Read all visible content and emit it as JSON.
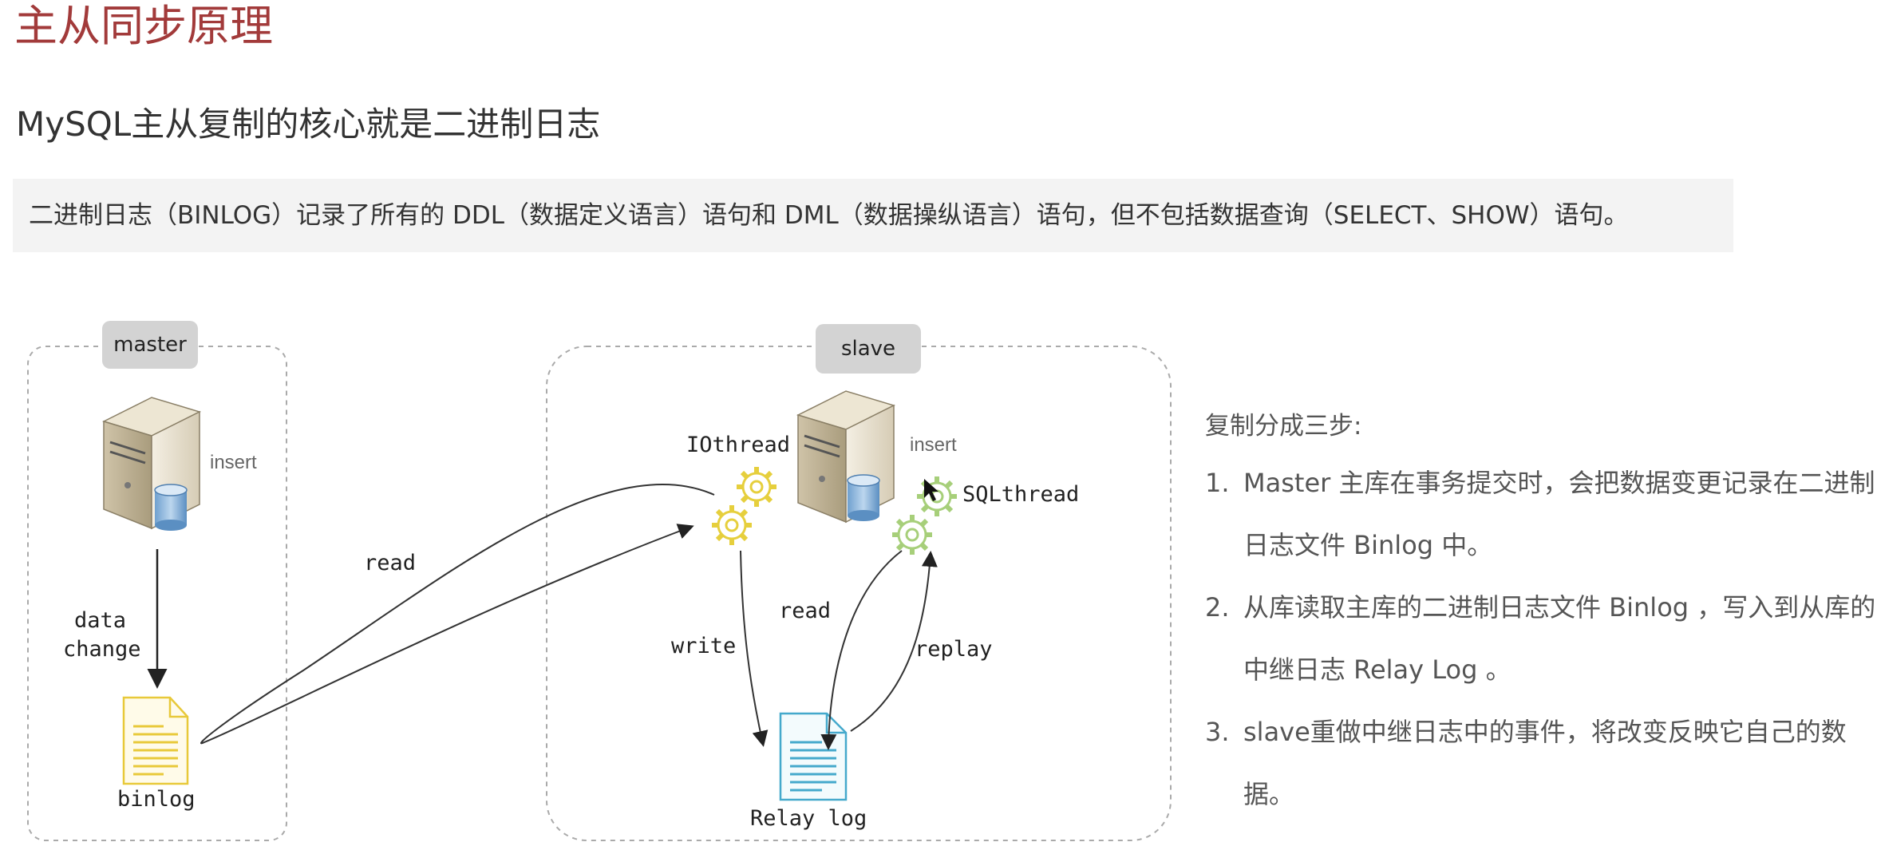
{
  "header": {
    "title": "主从同步原理",
    "subtitle": "MySQL主从复制的核心就是二进制日志"
  },
  "note": {
    "text": "二进制日志（BINLOG）记录了所有的 DDL（数据定义语言）语句和 DML（数据操纵语言）语句，但不包括数据查询（SELECT、SHOW）语句。"
  },
  "diagram": {
    "master": {
      "label": "master",
      "insert_label": "insert",
      "edge_label_line1": "data",
      "edge_label_line2": "change",
      "file_label": "binlog"
    },
    "slave": {
      "label": "slave",
      "insert_label": "insert",
      "io_thread": "IOthread",
      "sql_thread": "SQLthread",
      "write_label": "write",
      "read_label": "read",
      "replay_label": "replay",
      "file_label": "Relay log"
    },
    "cross_read_label": "read",
    "colors": {
      "io_gear": "#e6cf3d",
      "sql_gear": "#a7cf7a",
      "binlog_doc": "#e8c93a",
      "relay_doc": "#45a9cc",
      "title": "#a23a3a"
    }
  },
  "steps": {
    "intro": "复制分成三步:",
    "items": [
      {
        "num": "1.",
        "text": "Master 主库在事务提交时，会把数据变更记录在二进制日志文件 Binlog 中。"
      },
      {
        "num": "2.",
        "text": "从库读取主库的二进制日志文件 Binlog ，写入到从库的中继日志 Relay Log 。"
      },
      {
        "num": "3.",
        "text": "slave重做中继日志中的事件，将改变反映它自己的数据。"
      }
    ]
  }
}
